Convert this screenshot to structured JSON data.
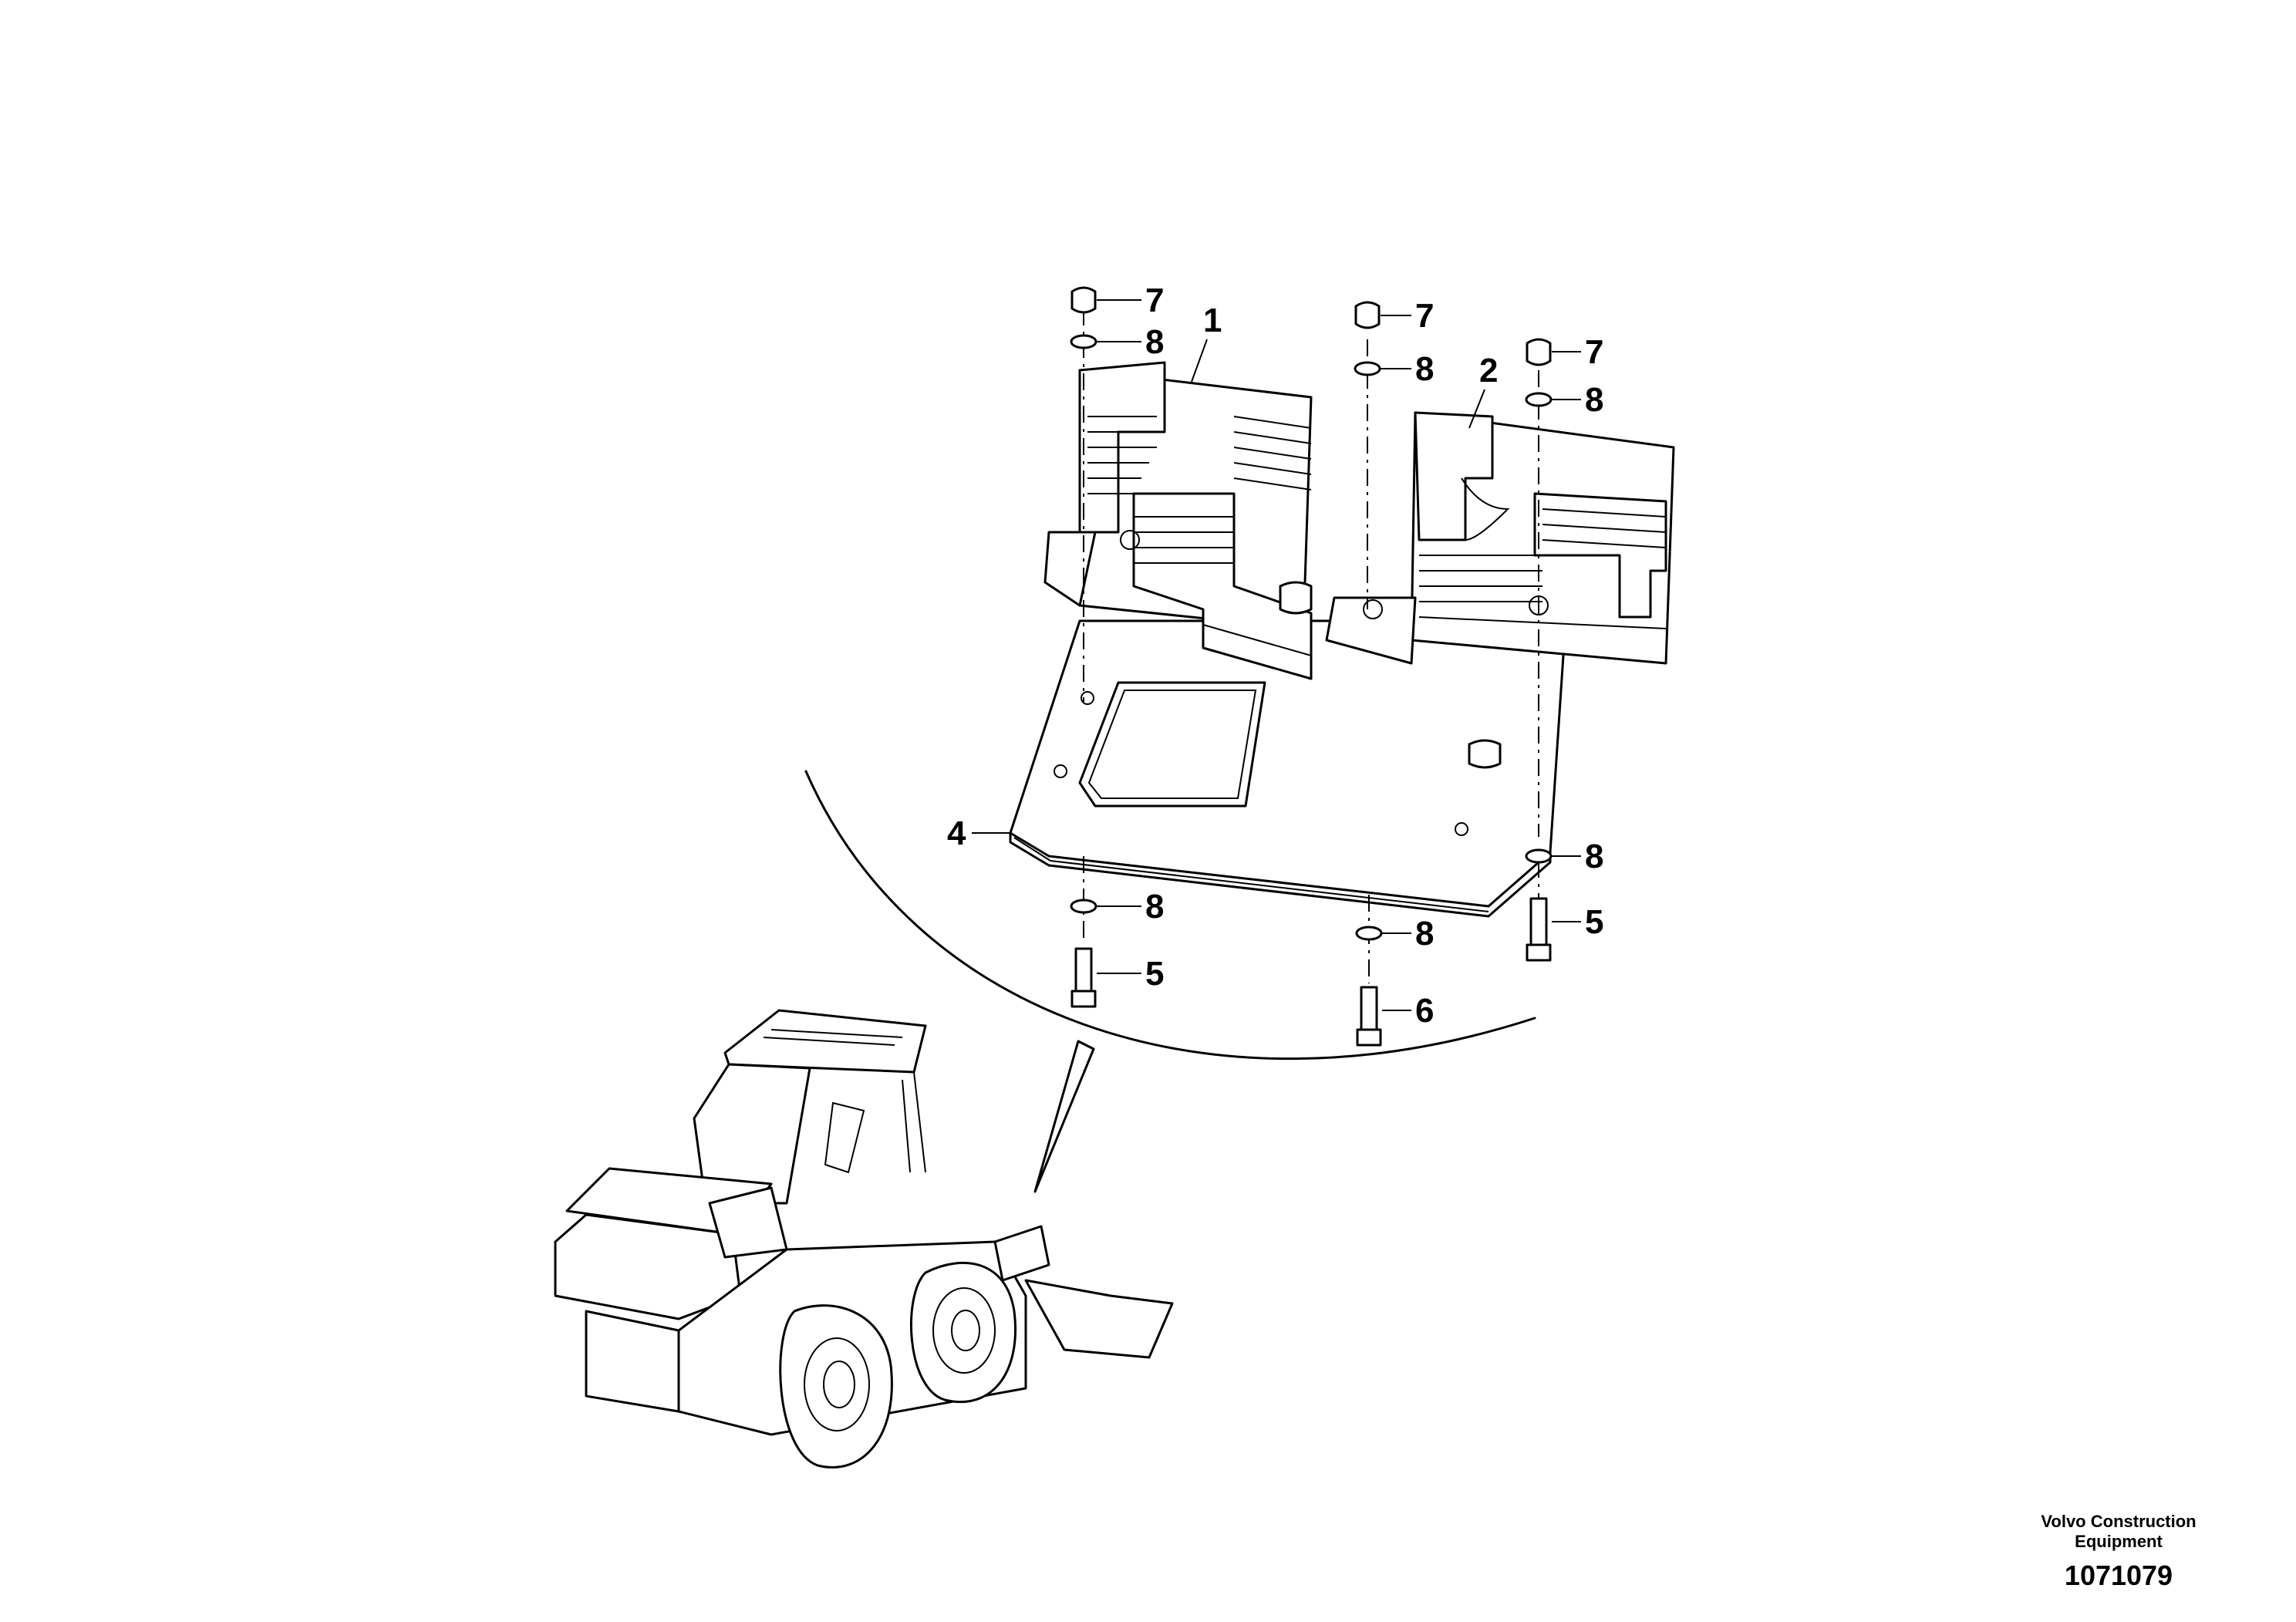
{
  "callouts": {
    "nut_a": "7",
    "washer_a": "8",
    "weight_left": "1",
    "nut_b": "7",
    "washer_b": "8",
    "weight_right": "2",
    "nut_c": "7",
    "washer_c": "8",
    "plate": "4",
    "washer_d": "8",
    "bolt_d": "5",
    "washer_e": "8",
    "bolt_e": "6",
    "washer_f": "8",
    "bolt_f": "5"
  },
  "caption": {
    "organization_line1": "Volvo Construction",
    "organization_line2": "Equipment",
    "figure_number": "1071079"
  }
}
